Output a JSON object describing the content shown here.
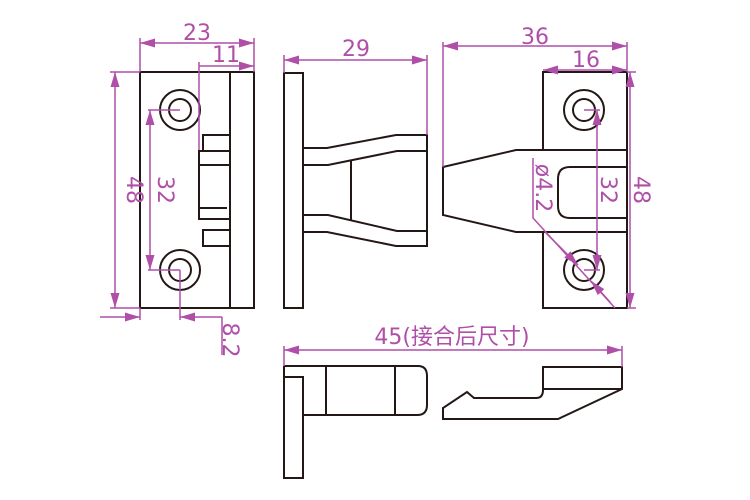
{
  "colors": {
    "outline": "#231815",
    "dimension": "#b04fa8"
  },
  "front_view": {
    "width": "23",
    "hinge_offset": "11",
    "height": "48",
    "hole_spacing": "32",
    "edge_offset": "8.2"
  },
  "side_view": {
    "depth": "29"
  },
  "strike_view": {
    "total_width": "36",
    "plate_width": "16",
    "hole_spacing": "32",
    "height": "48",
    "hole_diameter": "ø4.2"
  },
  "assembled_view": {
    "length_label": "45(接合后尺寸)"
  }
}
